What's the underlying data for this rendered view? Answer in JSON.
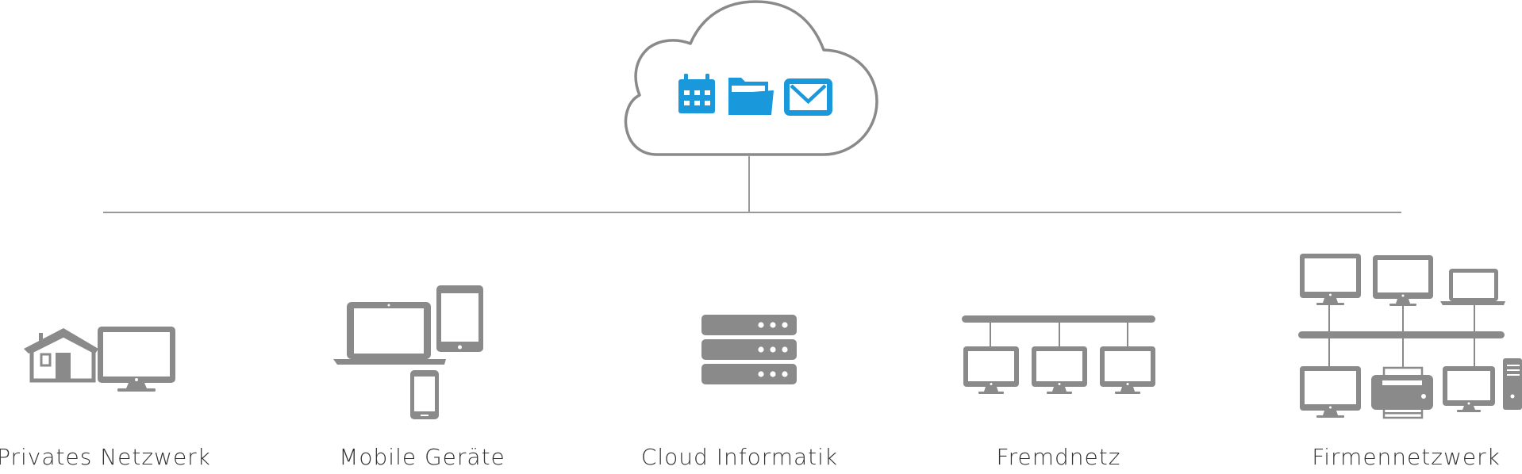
{
  "colors": {
    "gray": "#8a8a8a",
    "line": "#999999",
    "accent": "#1a98dc",
    "text": "#333333",
    "background": "#ffffff"
  },
  "cloud": {
    "icons": [
      "calendar-icon",
      "folder-icon",
      "mail-icon"
    ]
  },
  "nodes": [
    {
      "id": "private-network",
      "label": "Privates Netzwerk",
      "icon": "house-and-monitor-icon"
    },
    {
      "id": "mobile-devices",
      "label": "Mobile Geräte",
      "icon": "laptop-tablet-phone-icon"
    },
    {
      "id": "cloud-informatics",
      "label": "Cloud Informatik",
      "icon": "server-stack-icon"
    },
    {
      "id": "foreign-network",
      "label": "Fremdnetz",
      "icon": "network-monitors-icon"
    },
    {
      "id": "company-network",
      "label": "Firmennetzwerk",
      "icon": "company-network-icon"
    }
  ]
}
